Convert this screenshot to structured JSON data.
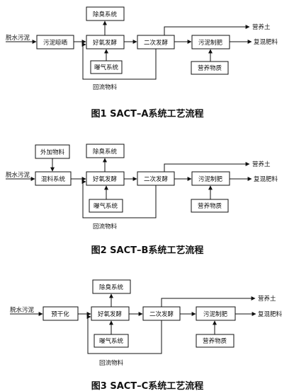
{
  "figures": [
    {
      "caption": "图1 SACT–A系统工艺流程",
      "input": "脱水污泥",
      "nodes": {
        "pre": "污泥晾晒",
        "ferment": "好氧发酵",
        "odor": "除臭系统",
        "aeration": "曝气系统",
        "second": "二次发酵",
        "fert": "污泥制肥",
        "nutrient": "营养物质"
      },
      "recycle": "回流物料",
      "out_soil": "营养土",
      "out_fert": "复混肥料"
    },
    {
      "caption": "图2 SACT–B系统工艺流程",
      "input": "脱水污泥",
      "extra": "外加物料",
      "nodes": {
        "pre": "混料系统",
        "ferment": "好氧发酵",
        "odor": "除臭系统",
        "aeration": "曝气系统",
        "second": "二次发酵",
        "fert": "污泥制肥",
        "nutrient": "营养物质"
      },
      "recycle": "回流物料",
      "out_soil": "营养土",
      "out_fert": "复混肥料"
    },
    {
      "caption": "图3 SACT–C系统工艺流程",
      "input": "脱水污泥",
      "nodes": {
        "pre": "预干化",
        "ferment": "好氧发酵",
        "odor": "除臭系统",
        "aeration": "曝气系统",
        "second": "二次发酵",
        "fert": "污泥制肥",
        "nutrient": "营养物质"
      },
      "recycle": "回流物料",
      "out_soil": "营养土",
      "out_fert": "复混肥料"
    }
  ]
}
